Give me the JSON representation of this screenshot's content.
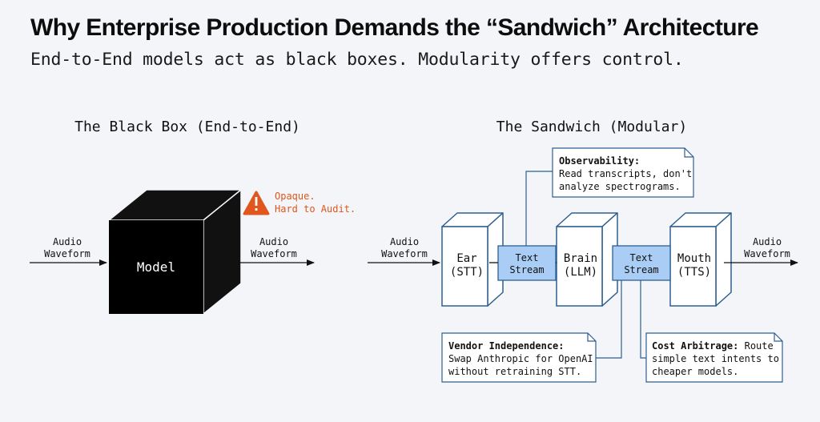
{
  "header": {
    "title": "Why Enterprise Production Demands the “Sandwich” Architecture",
    "subtitle": "End-to-End models act as black boxes. Modularity offers control."
  },
  "black_box": {
    "heading": "The Black Box (End-to-End)",
    "input_label": [
      "Audio",
      "Waveform"
    ],
    "output_label": [
      "Audio",
      "Waveform"
    ],
    "model_label": "Model",
    "warning": [
      "Opaque.",
      "Hard to Audit."
    ],
    "warning_icon": "warning-triangle-icon"
  },
  "sandwich": {
    "heading": "The Sandwich (Modular)",
    "input_label": [
      "Audio",
      "Waveform"
    ],
    "output_label": [
      "Audio",
      "Waveform"
    ],
    "ear": [
      "Ear",
      "(STT)"
    ],
    "brain": [
      "Brain",
      "(LLM)"
    ],
    "mouth": [
      "Mouth",
      "(TTS)"
    ],
    "stream1": [
      "Text",
      "Stream"
    ],
    "stream2": [
      "Text",
      "Stream"
    ]
  },
  "notes": {
    "observability": {
      "title": "Observability:",
      "lines": [
        "Read transcripts, don't",
        "analyze spectrograms."
      ]
    },
    "vendor": {
      "title": "Vendor Independence:",
      "lines": [
        "Swap Anthropic for OpenAI",
        "without retraining STT."
      ]
    },
    "cost": {
      "title_inline": "Cost Arbitrage:",
      "title_rest": " Route",
      "lines": [
        "simple text intents to",
        "cheaper models."
      ]
    }
  },
  "colors": {
    "background": "#f4f5f8",
    "stt_box_stroke": "#2f5f8f",
    "stream_fill": "#a9cdf5",
    "warning": "#e0561c",
    "black_box": "#000000"
  }
}
